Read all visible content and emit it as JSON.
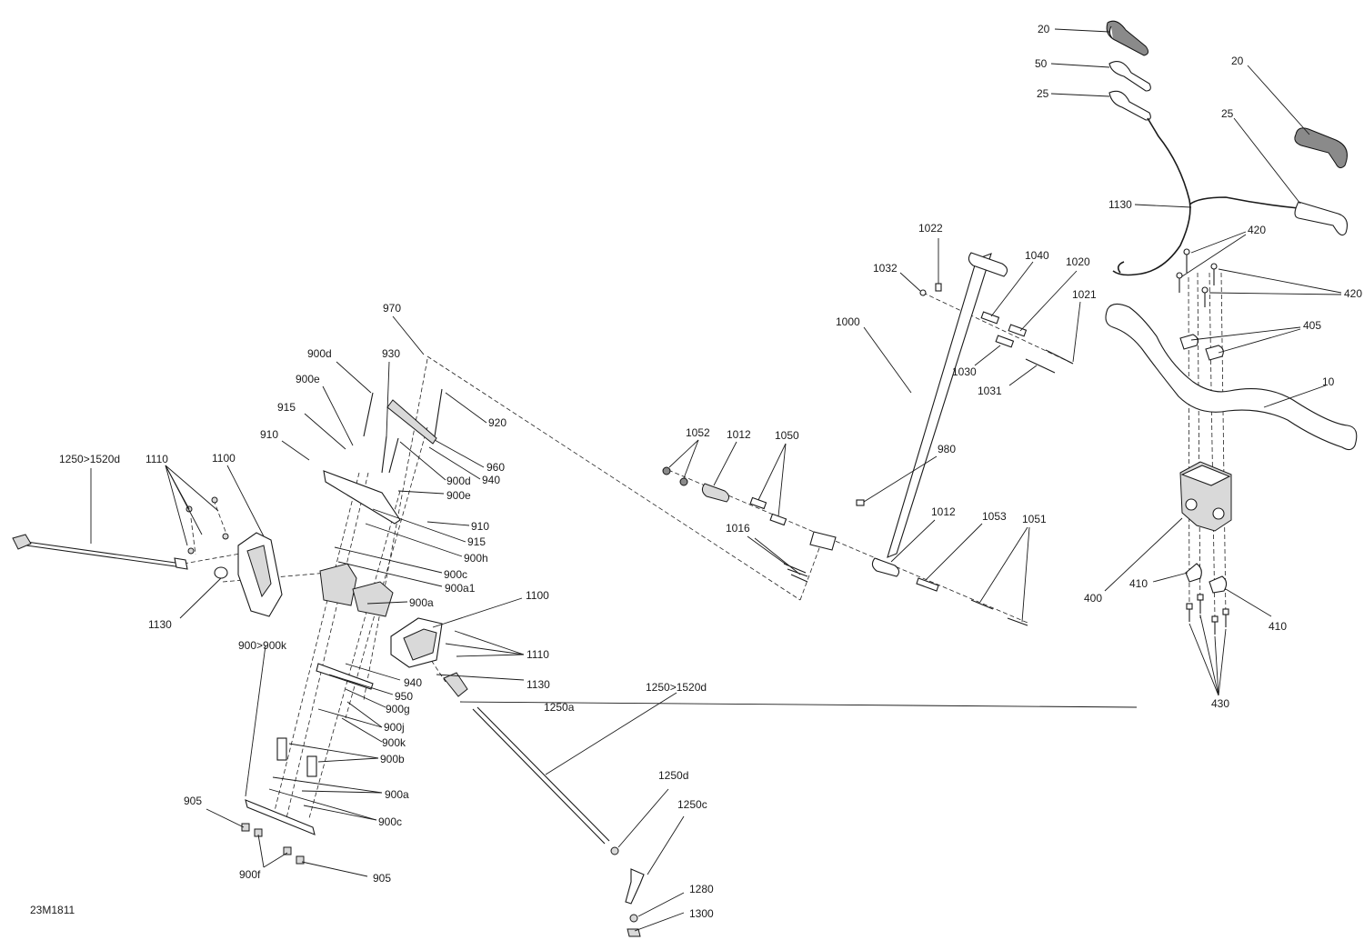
{
  "diagram_code": "23M1811",
  "labels": {
    "l20a": "20",
    "l50": "50",
    "l25a": "25",
    "l20b": "20",
    "l25b": "25",
    "l1130a": "1130",
    "l420a": "420",
    "l420b": "420",
    "l405": "405",
    "l10": "10",
    "l400": "400",
    "l410a": "410",
    "l410b": "410",
    "l430": "430",
    "l1022": "1022",
    "l1040": "1040",
    "l1020": "1020",
    "l1032": "1032",
    "l1021": "1021",
    "l1000": "1000",
    "l1030": "1030",
    "l1031": "1031",
    "l980": "980",
    "l1052": "1052",
    "l1012a": "1012",
    "l1050": "1050",
    "l1016": "1016",
    "l1012b": "1012",
    "l1053": "1053",
    "l1051": "1051",
    "l970": "970",
    "l900d_a": "900d",
    "l930": "930",
    "l900e_a": "900e",
    "l920": "920",
    "l915_a": "915",
    "l910_a": "910",
    "l960": "960",
    "l900d_b": "900d",
    "l940_a": "940",
    "l900e_b": "900e",
    "l910_b": "910",
    "l915_b": "915",
    "l900h": "900h",
    "l900c_a": "900c",
    "l900a1": "900a1",
    "l900a_a": "900a",
    "l1250_1520d_a": "1250>1520d",
    "l1110_a": "1110",
    "l1100_a": "1100",
    "l1130b": "1130",
    "l900_900k": "900>900k",
    "l1100_b": "1100",
    "l1110_b": "1110",
    "l1130c": "1130",
    "l940_b": "940",
    "l950": "950",
    "l900g": "900g",
    "l900j": "900j",
    "l900k": "900k",
    "l900b": "900b",
    "l900a_b": "900a",
    "l900c_b": "900c",
    "l1250a": "1250a",
    "l1250_1520d_b": "1250>1520d",
    "l1250d": "1250d",
    "l1250c": "1250c",
    "l905_a": "905",
    "l900f": "900f",
    "l905_b": "905",
    "l1280": "1280",
    "l1300": "1300"
  }
}
